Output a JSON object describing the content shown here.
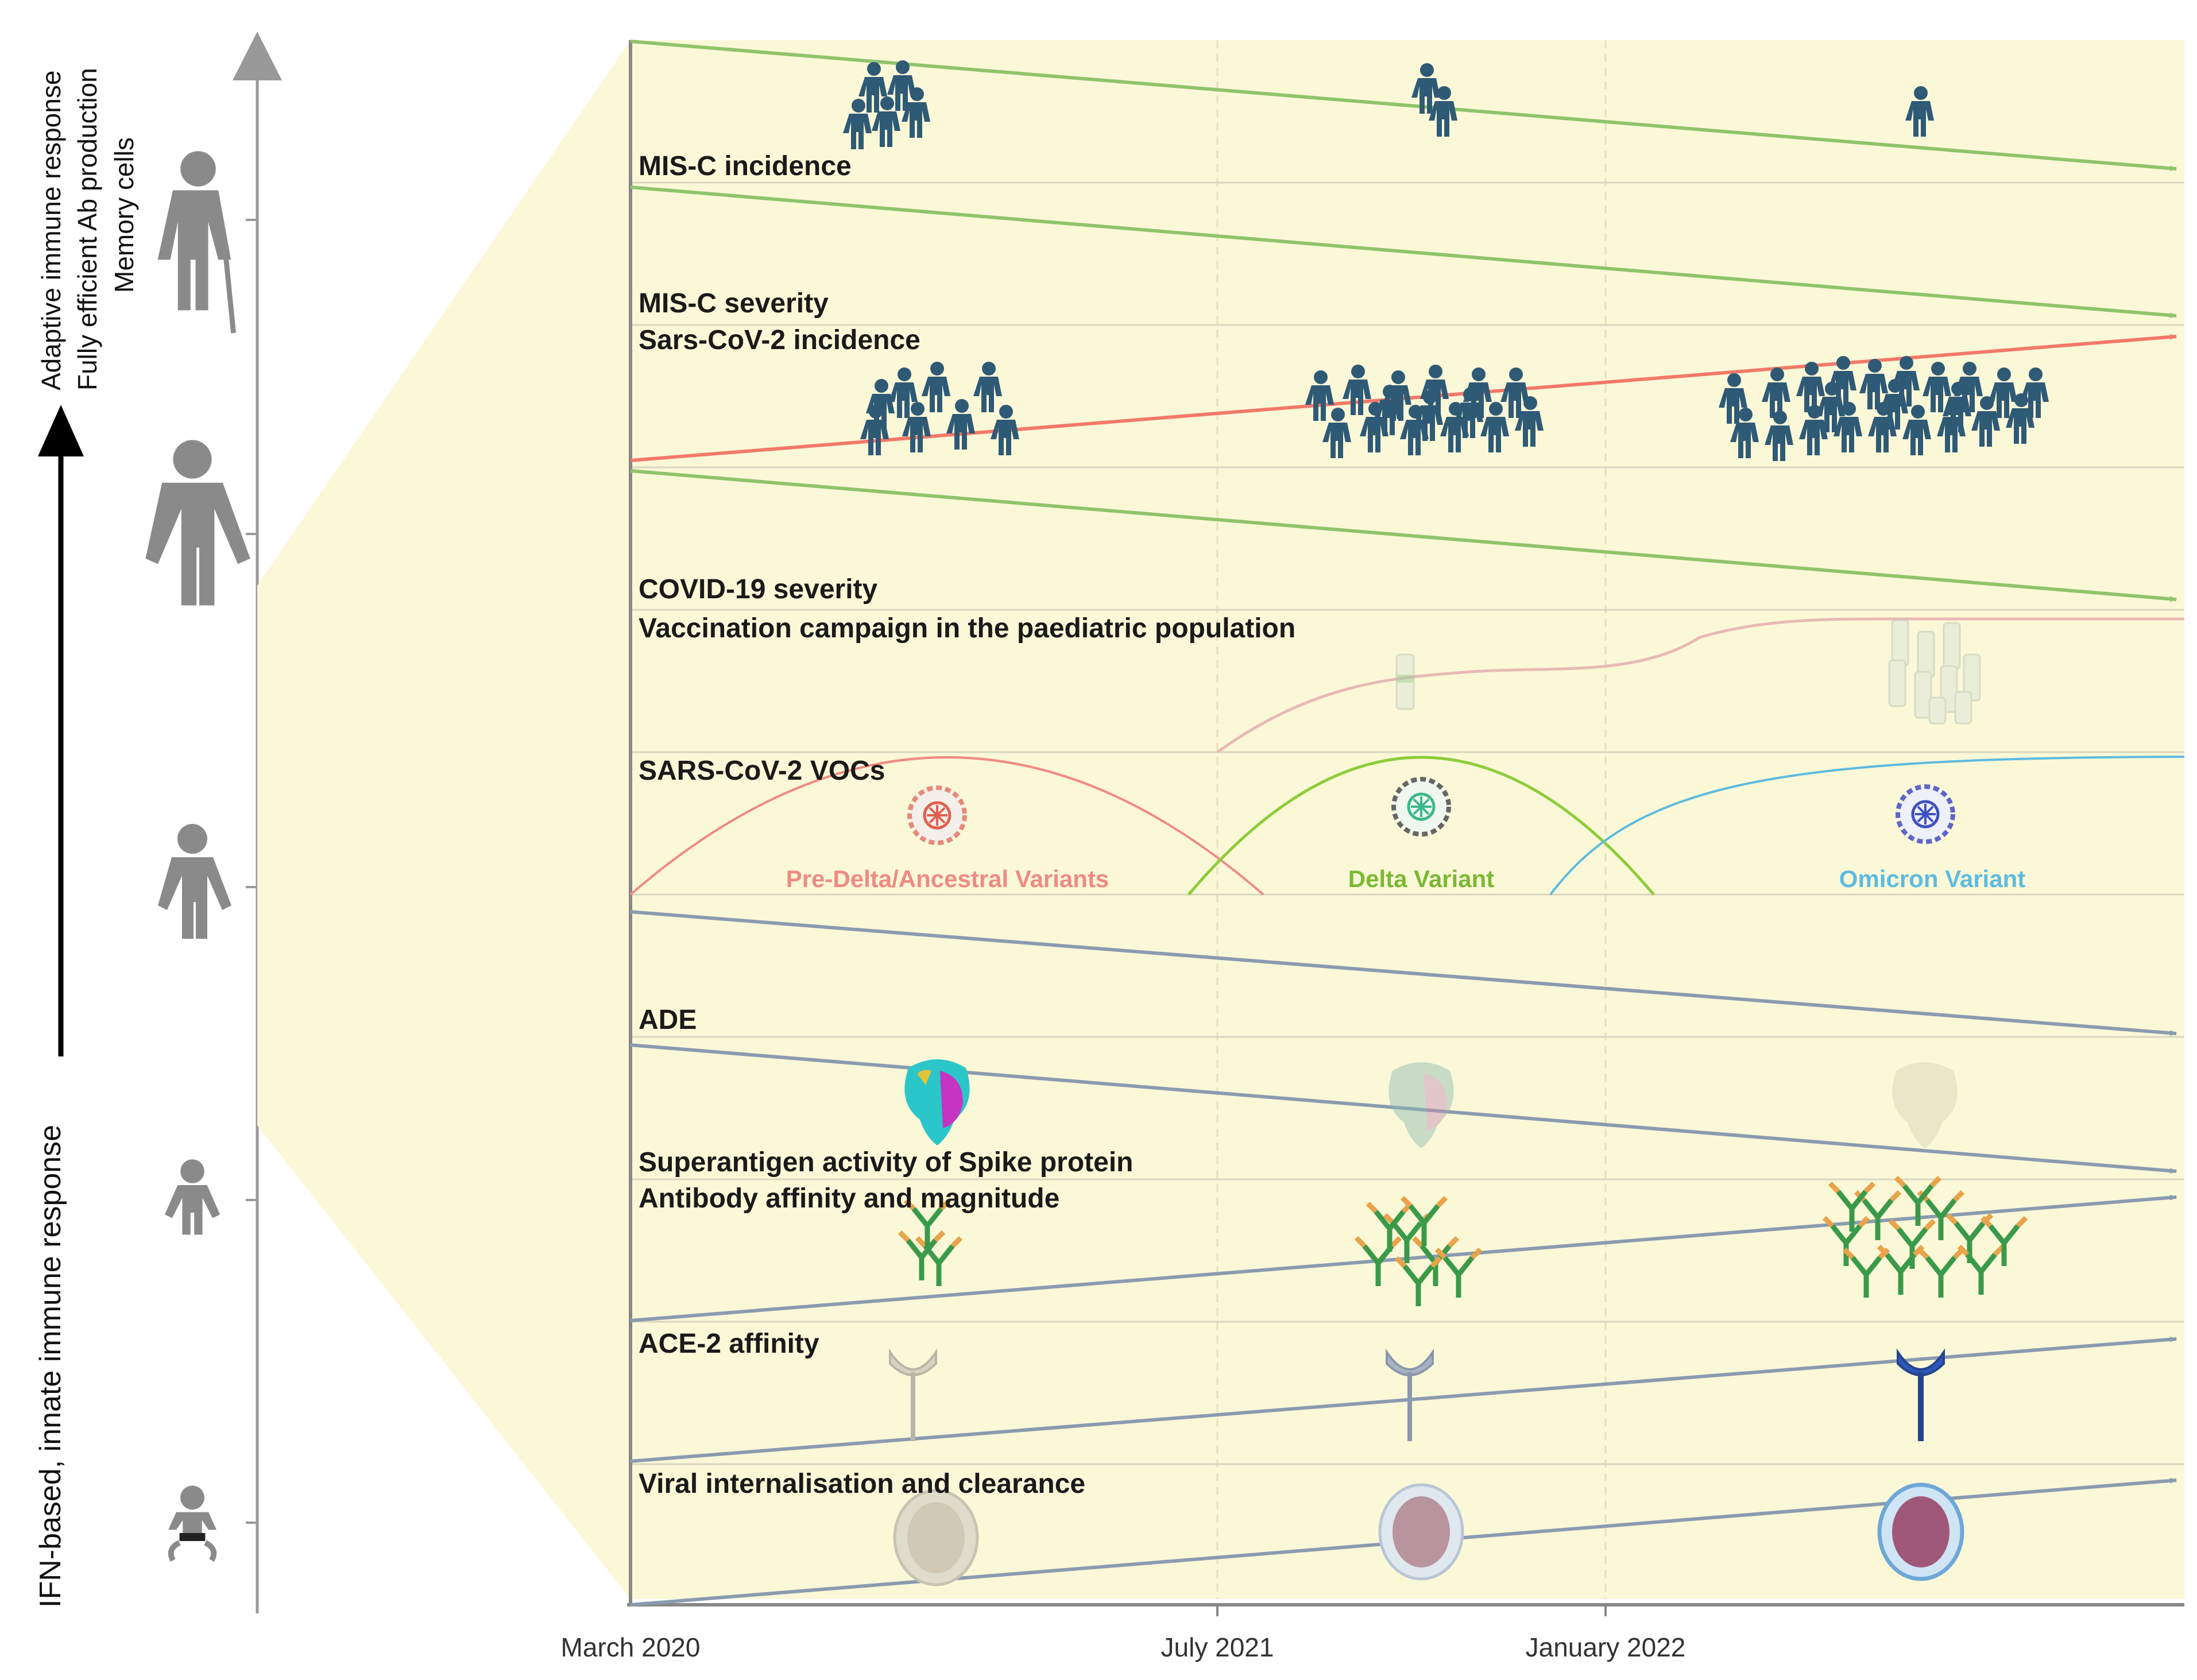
{
  "left_axis": {
    "top_label_lines": [
      "Adaptive immune response",
      "Fully efficient Ab production",
      "Memory cells"
    ],
    "bottom_label": "IFN-based, innate immune response"
  },
  "people_icons": [
    "elderly-person-icon",
    "adult-person-icon",
    "child-person-icon",
    "toddler-person-icon",
    "infant-person-icon"
  ],
  "x_axis": {
    "ticks": [
      "March 2020",
      "July 2021",
      "January 2022"
    ]
  },
  "colors": {
    "panel": "#fbf8d8",
    "decrease": "#8fc46b",
    "increase": "#f2796a",
    "neutral": "#8a9bb0",
    "people": "#2f5a76",
    "pre_delta": "#f08a82",
    "delta": "#8ccd3a",
    "omicron": "#5ebbe0",
    "vaccination": "#e8b9b5"
  },
  "rows": [
    {
      "label": "MIS-C incidence",
      "trend": "decrease",
      "icons": [
        5,
        2,
        1
      ]
    },
    {
      "label": "MIS-C severity",
      "trend": "decrease"
    },
    {
      "label": "Sars-CoV-2 incidence",
      "trend": "increase",
      "icons": [
        8,
        15,
        22
      ]
    },
    {
      "label": "COVID-19 severity",
      "trend": "decrease"
    },
    {
      "label": "Vaccination campaign in the paediatric population",
      "trend": "curve",
      "icon_names": [
        "vaccine-vial-icon",
        "vaccine-vials-icon"
      ]
    },
    {
      "label": "SARS-CoV-2 VOCs",
      "trend": "variants",
      "variants": [
        {
          "label": "Pre-Delta/Ancestral Variants",
          "color": "#f08a82"
        },
        {
          "label": "Delta Variant",
          "color": "#8ccd3a"
        },
        {
          "label": "Omicron Variant",
          "color": "#5ebbe0"
        }
      ]
    },
    {
      "label": "ADE",
      "trend": "decrease"
    },
    {
      "label": "Superantigen activity of Spike protein",
      "trend": "decrease",
      "icon_name": "spike-protein-icon"
    },
    {
      "label": "Antibody affinity and magnitude",
      "trend": "increase",
      "icon_name": "antibody-icon"
    },
    {
      "label": "ACE-2 affinity",
      "trend": "increase",
      "icon_name": "ace2-receptor-icon"
    },
    {
      "label": "Viral internalisation and clearance",
      "trend": "increase",
      "icon_name": "cell-icon"
    }
  ]
}
